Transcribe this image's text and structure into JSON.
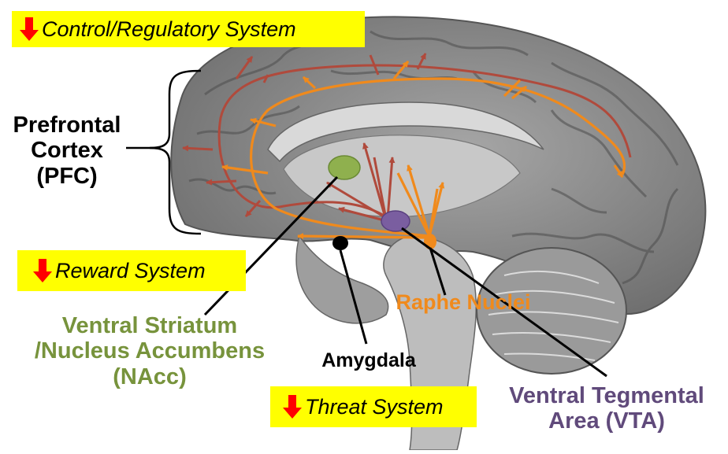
{
  "colors": {
    "system_box": "#ffff00",
    "down_arrow": "#ff0000",
    "serotonin_orange": "#f08a1c",
    "dopamine_red": "#b04a3c",
    "nacc_green": "#77933c",
    "vta_purple": "#604a7b",
    "amygdala_black": "#000000",
    "brain_gray": "#8c8c8c"
  },
  "systems": {
    "control": "Control/Regulatory System",
    "reward": "Reward System",
    "threat": "Threat System"
  },
  "labels": {
    "pfc": [
      "Prefrontal",
      "Cortex",
      "(PFC)"
    ],
    "nacc": [
      "Ventral Striatum",
      "/Nucleus Accumbens",
      "(NAcc)"
    ],
    "amygdala": "Amygdala",
    "raphe": "Raphe Nuclei",
    "vta": [
      "Ventral Tegmental",
      "Area (VTA)"
    ]
  },
  "icons": {
    "down_arrow": "down-arrow-icon"
  }
}
